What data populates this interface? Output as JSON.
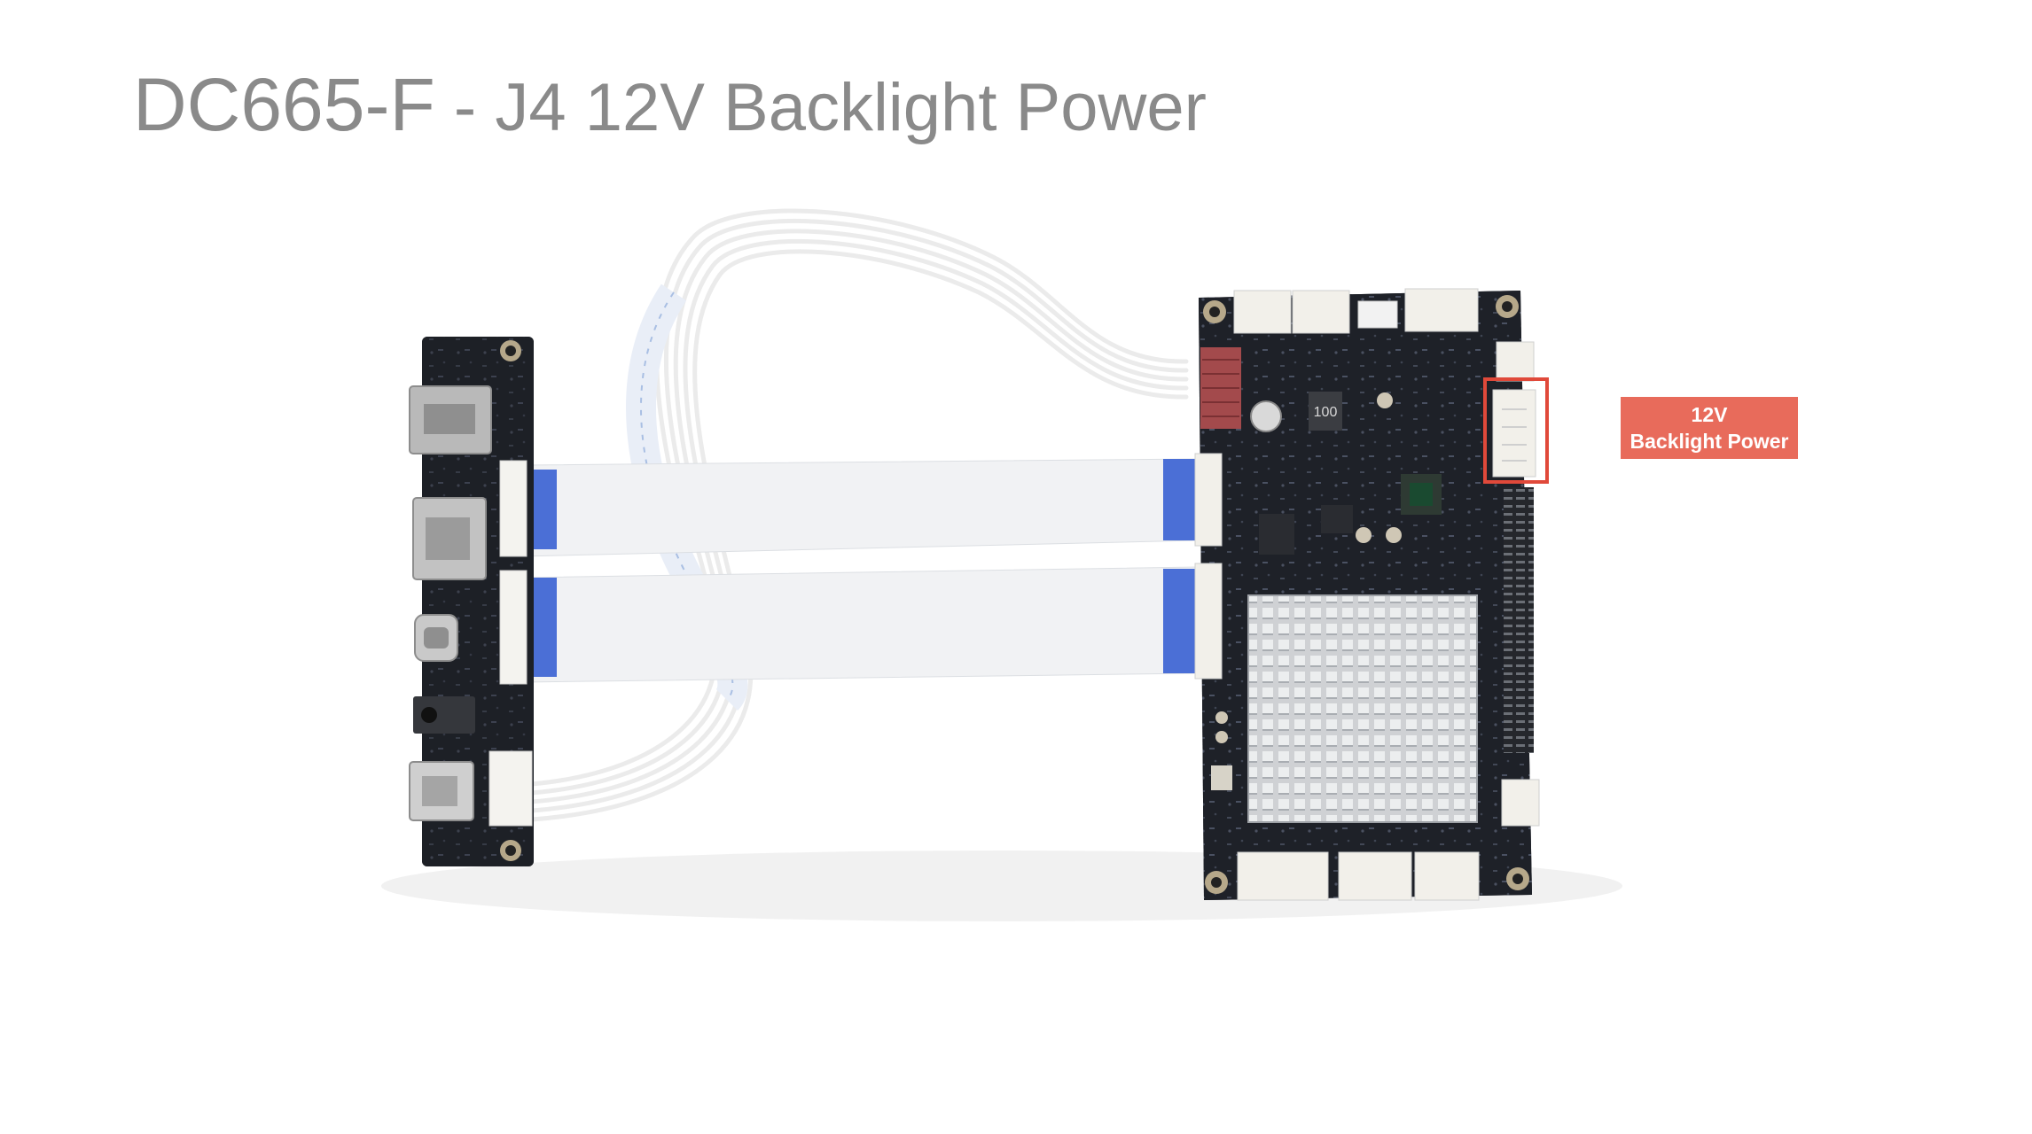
{
  "title": {
    "model": "DC665-F",
    "separator": "-",
    "subtitle": "J4 12V Backlight Power"
  },
  "callout": {
    "line1": "12V",
    "line2": "Backlight Power"
  },
  "board_markings": {
    "inductor": "100"
  },
  "colors": {
    "title": "#8a8a8a",
    "callout_bg": "#e86b5b",
    "highlight_box": "#e0493a",
    "pcb": "#1e2128",
    "fpc_stiffener": "#4b6fd6",
    "connector": "#f2f0ea",
    "header_red": "#a34a4c"
  }
}
